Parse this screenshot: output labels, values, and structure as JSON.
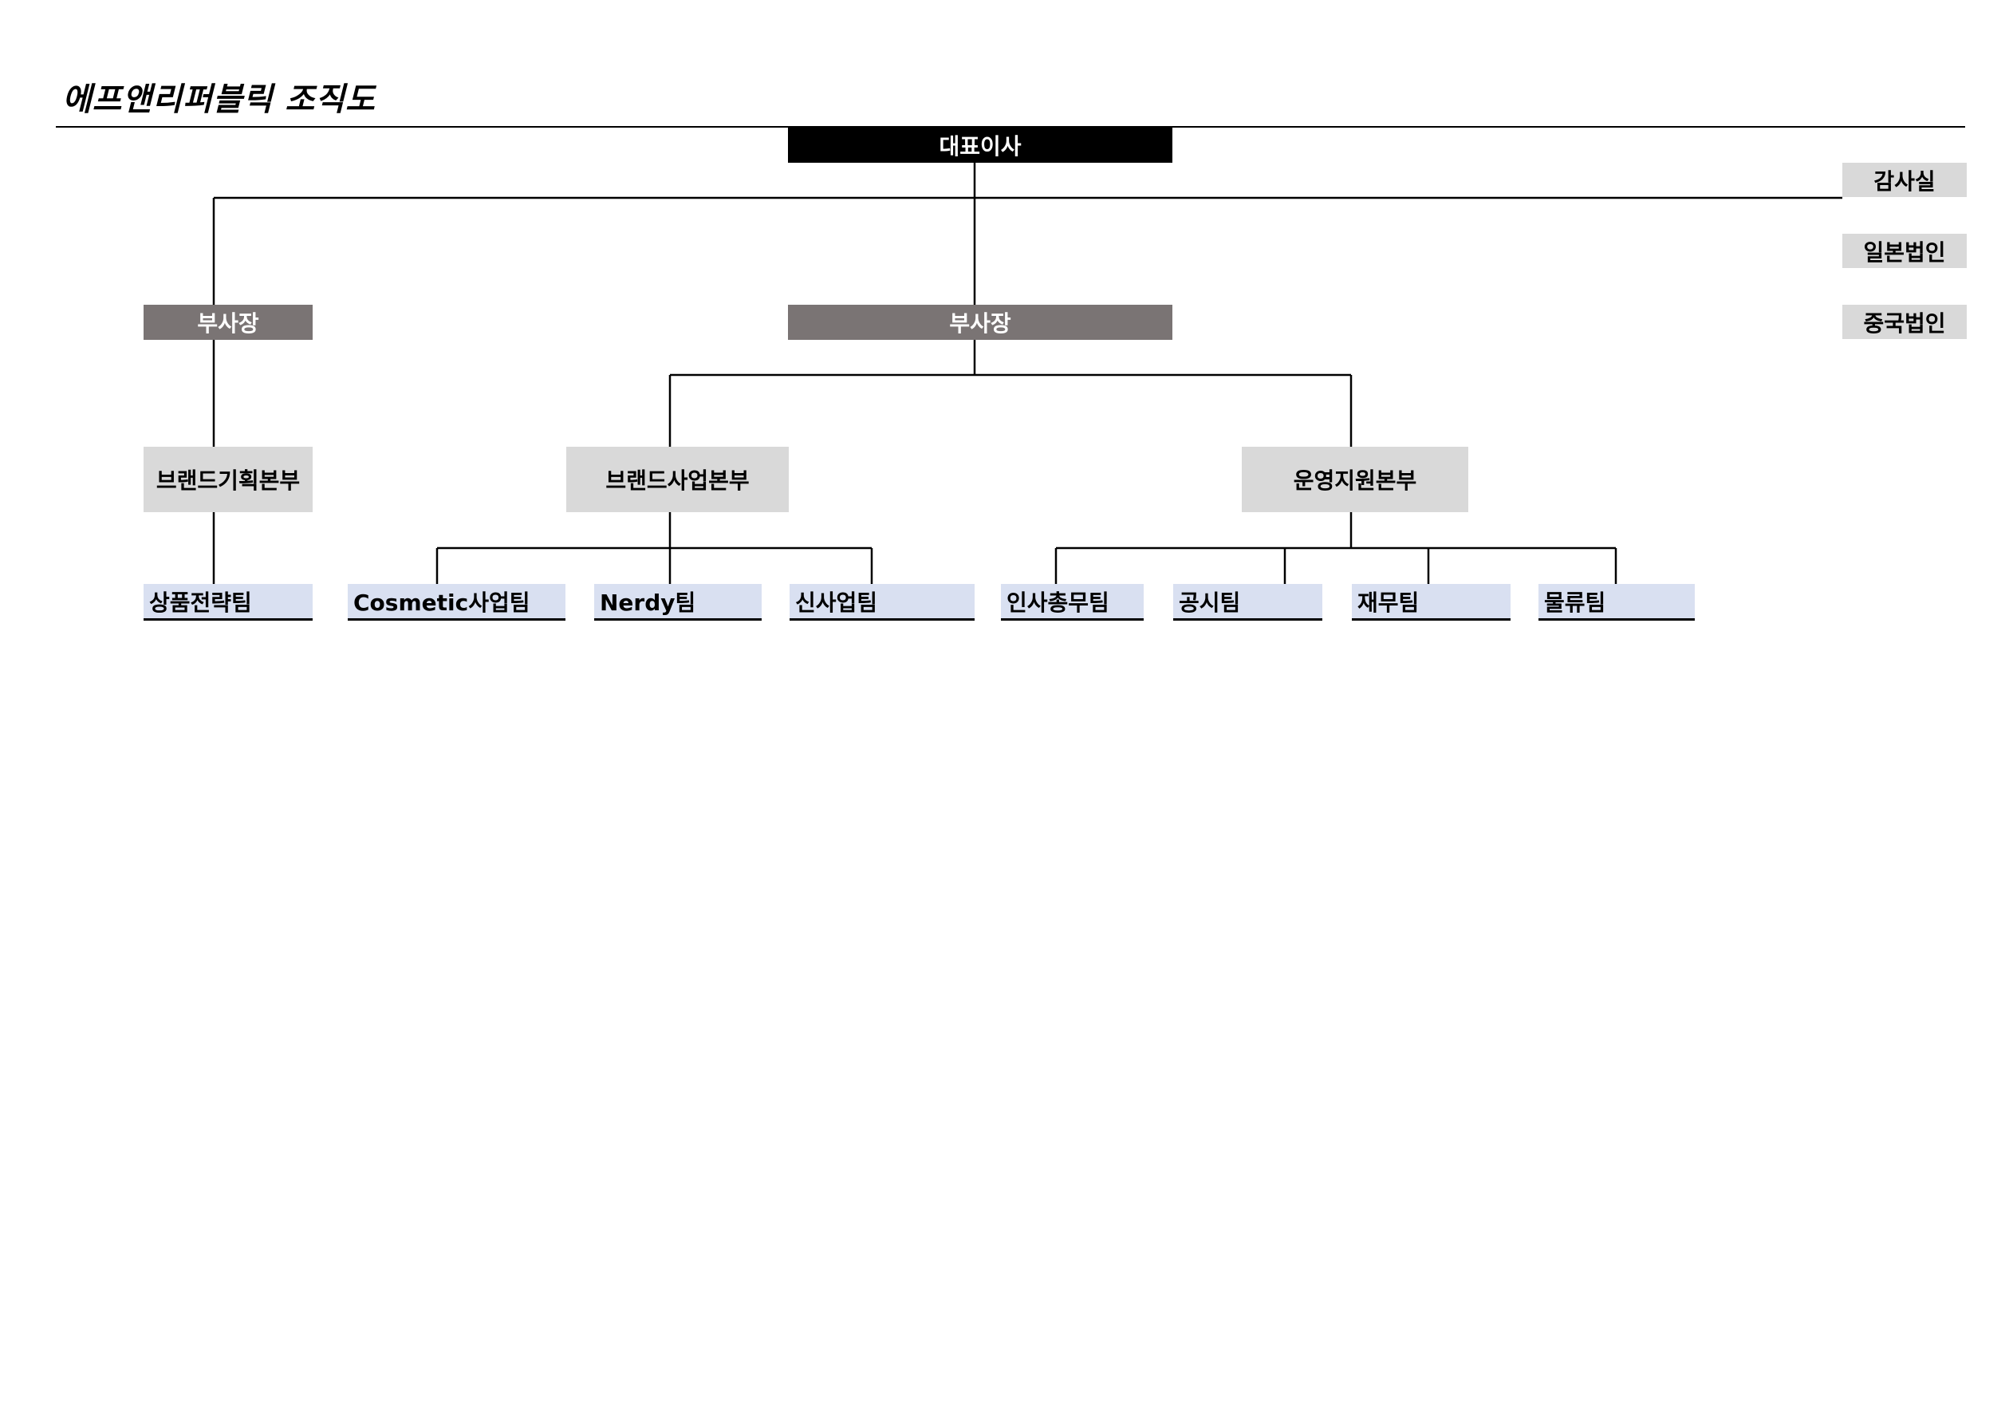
{
  "title": "에프앤리퍼블릭 조직도",
  "nodes": {
    "ceo": "대표이사",
    "vp_left": "부사장",
    "vp_center": "부사장",
    "audit": "감사실",
    "japan": "일본법인",
    "china": "중국법인",
    "div_planning": "브랜드기획본부",
    "div_business": "브랜드사업본부",
    "div_operations": "운영지원본부"
  },
  "teams": {
    "product_strategy": "상품전략팀",
    "cosmetic": "Cosmetic사업팀",
    "nerdy": "Nerdy팀",
    "new_business": "신사업팀",
    "hr_general": "인사총무팀",
    "disclosure": "공시팀",
    "finance": "재무팀",
    "logistics": "물류팀"
  },
  "colors": {
    "ceo_fill": "#000000",
    "vp_fill": "#7a7474",
    "division_fill": "#d9d9d9",
    "team_fill": "#d9e0f1"
  }
}
